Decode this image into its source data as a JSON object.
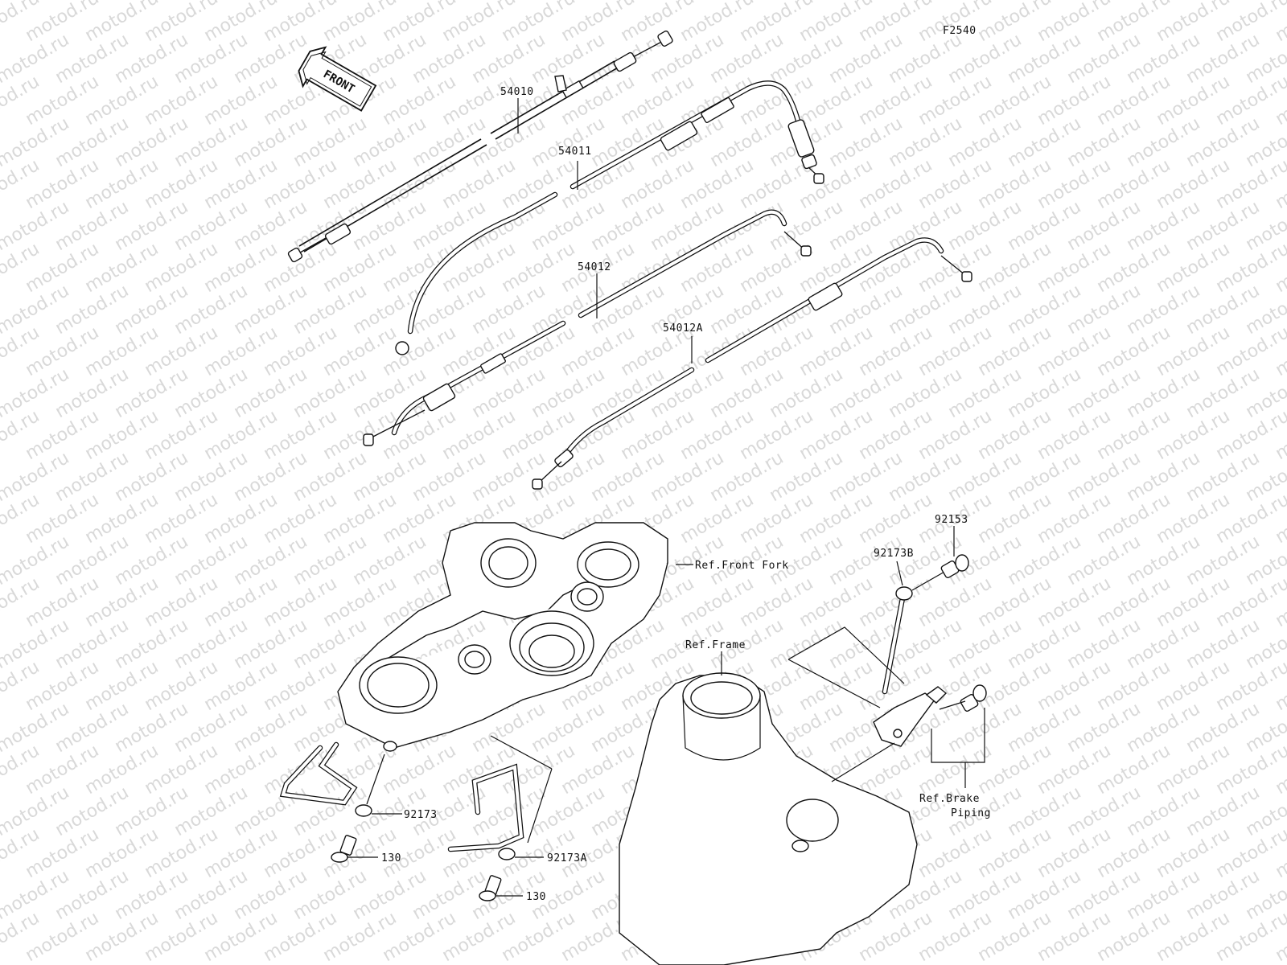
{
  "diagram_code": "F2540",
  "front_badge": "FRONT",
  "watermark": "motod.ru",
  "callouts": {
    "c54010": "54010",
    "c54011": "54011",
    "c54012": "54012",
    "c54012A": "54012A",
    "c92153": "92153",
    "c92173B": "92173B",
    "c92173": "92173",
    "c92173A": "92173A",
    "c130a": "130",
    "c130b": "130",
    "ref_front_fork": "Ref.Front Fork",
    "ref_frame": "Ref.Frame",
    "ref_brake_line1": "Ref.Brake",
    "ref_brake_line2": "Piping"
  },
  "colors": {
    "line": "#111111",
    "watermark": "#d9d9d9",
    "background": "#ffffff"
  }
}
